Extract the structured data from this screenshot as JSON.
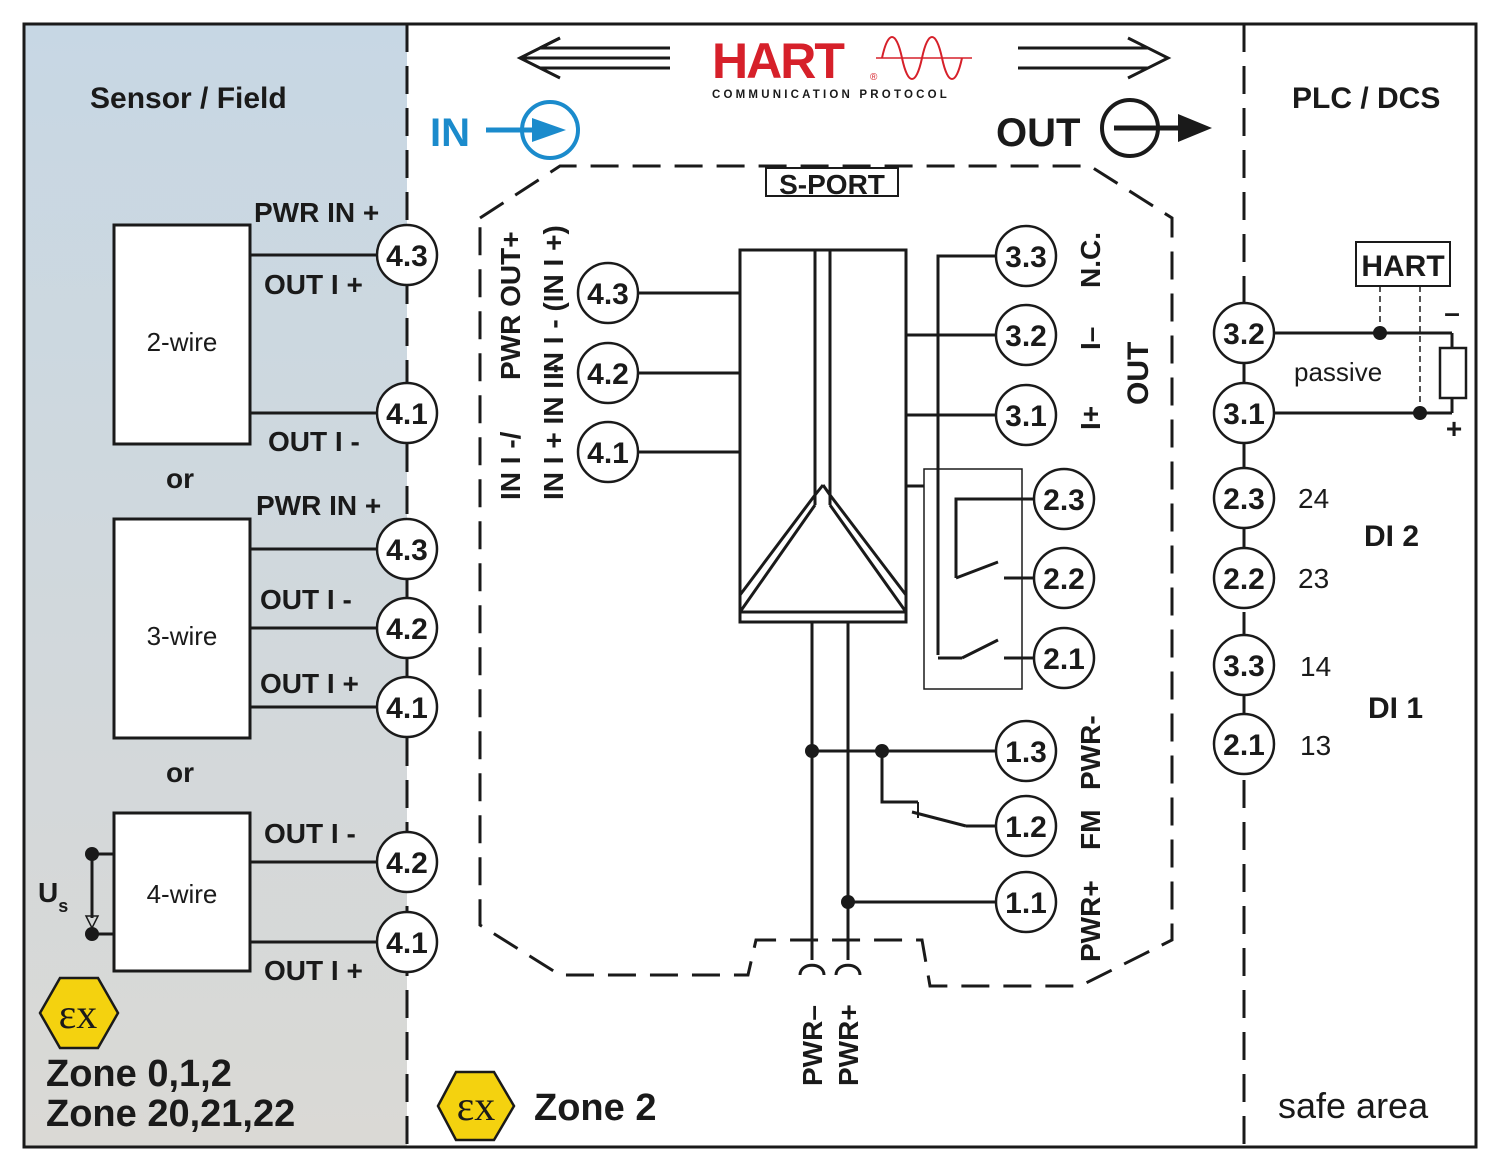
{
  "colors": {
    "field_bg_top": "#c7d7e4",
    "field_bg_bottom": "#dad9d5",
    "hart_red": "#d6202a",
    "in_blue": "#1b8bcc",
    "ex_yellow": "#f4d20f",
    "line": "#1a1a1a"
  },
  "header": {
    "hart_logo": "HART",
    "hart_reg": "®",
    "hart_sub": "COMMUNICATION PROTOCOL"
  },
  "field": {
    "title": "Sensor / Field",
    "or_label": "or",
    "devices": [
      {
        "label": "2-wire",
        "wires": [
          "PWR IN +",
          "OUT I +",
          "OUT I -"
        ],
        "terminals": [
          "4.3",
          "4.1"
        ]
      },
      {
        "label": "3-wire",
        "wires": [
          "PWR IN +",
          "OUT I -",
          "OUT I +"
        ],
        "terminals": [
          "4.3",
          "4.2",
          "4.1"
        ]
      },
      {
        "label": "4-wire",
        "wires": [
          "OUT I -",
          "OUT I +"
        ],
        "terminals": [
          "4.2",
          "4.1"
        ]
      }
    ],
    "us_label": "U",
    "us_sub": "s",
    "zones": [
      "Zone 0,1,2",
      "Zone 20,21,22"
    ]
  },
  "module": {
    "in_label": "IN",
    "out_label": "OUT",
    "sport_label": "S-PORT",
    "input_labels": [
      "PWR OUT+",
      "IN I - (IN I +)",
      "IN I -/",
      "IN I + IN I -"
    ],
    "input_terminals": [
      "4.3",
      "4.2",
      "4.1"
    ],
    "output_terminals": [
      "3.3",
      "3.2",
      "3.1"
    ],
    "output_labels": [
      "N.C.",
      "I–",
      "I+"
    ],
    "out_side_label": "OUT",
    "relay_terminals": [
      "2.3",
      "2.2",
      "2.1"
    ],
    "power_terminals": [
      "1.3",
      "1.2",
      "1.1"
    ],
    "power_labels": [
      "PWR-",
      "FM",
      "PWR+"
    ],
    "bottom_labels": [
      "PWR–",
      "PWR+"
    ],
    "zone": "Zone 2",
    "ex_symbol": "εx"
  },
  "plc": {
    "title": "PLC / DCS",
    "hart_box": "HART",
    "passive": "passive",
    "minus": "–",
    "plus": "+",
    "terminals": [
      "3.2",
      "3.1",
      "2.3",
      "2.2",
      "3.3",
      "2.1"
    ],
    "numbers": [
      "24",
      "23",
      "14",
      "13"
    ],
    "di_labels": [
      "DI 2",
      "DI 1"
    ],
    "safe_area": "safe area"
  }
}
